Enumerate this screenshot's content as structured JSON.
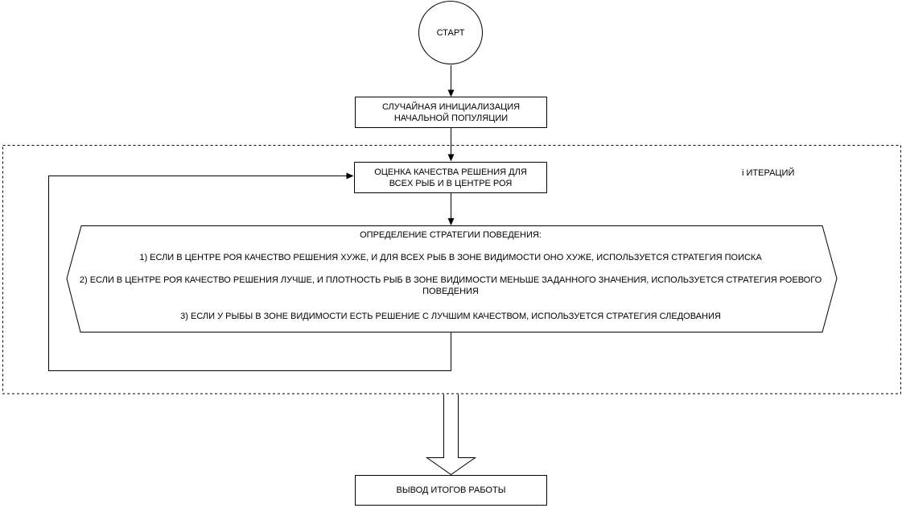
{
  "app": {
    "background_color": "#ffffff",
    "line_color": "#000000",
    "text_color": "#000000"
  },
  "flowchart": {
    "start": {
      "label": "СТАРТ"
    },
    "nodes": {
      "init": {
        "lines": [
          "СЛУЧАЙНАЯ ИНИЦИАЛИЗАЦИЯ",
          "НАЧАЛЬНОЙ ПОПУЛЯЦИИ"
        ]
      },
      "evaluate": {
        "lines": [
          "ОЦЕНКА КАЧЕСТВА РЕШЕНИЯ ДЛЯ",
          "ВСЕХ РЫБ И В ЦЕНТРЕ РОЯ"
        ]
      },
      "strategy": {
        "title": "ОПРЕДЕЛЕНИЕ СТРАТЕГИИ ПОВЕДЕНИЯ:",
        "items": [
          "1) ЕСЛИ В ЦЕНТРЕ РОЯ КАЧЕСТВО РЕШЕНИЯ ХУЖЕ, И ДЛЯ ВСЕХ РЫБ В ЗОНЕ ВИДИМОСТИ ОНО ХУЖЕ, ИСПОЛЬЗУЕТСЯ СТРАТЕГИЯ ПОИСКА",
          "2) ЕСЛИ В ЦЕНТРЕ РОЯ КАЧЕСТВО РЕШЕНИЯ ЛУЧШЕ, И ПЛОТНОСТЬ РЫБ В ЗОНЕ ВИДИМОСТИ МЕНЬШЕ ЗАДАННОГО ЗНАЧЕНИЯ, ИСПОЛЬЗУЕТСЯ СТРАТЕГИЯ РОЕВОГО ПОВЕДЕНИЯ",
          "3) ЕСЛИ У РЫБЫ В ЗОНЕ ВИДИМОСТИ ЕСТЬ РЕШЕНИЕ С ЛУЧШИМ КАЧЕСТВОМ, ИСПОЛЬЗУЕТСЯ СТРАТЕГИЯ СЛЕДОВАНИЯ"
        ]
      },
      "output": {
        "label": "ВЫВОД ИТОГОВ РАБОТЫ"
      }
    },
    "iteration_boundary_label": "i ИТЕРАЦИЙ"
  }
}
